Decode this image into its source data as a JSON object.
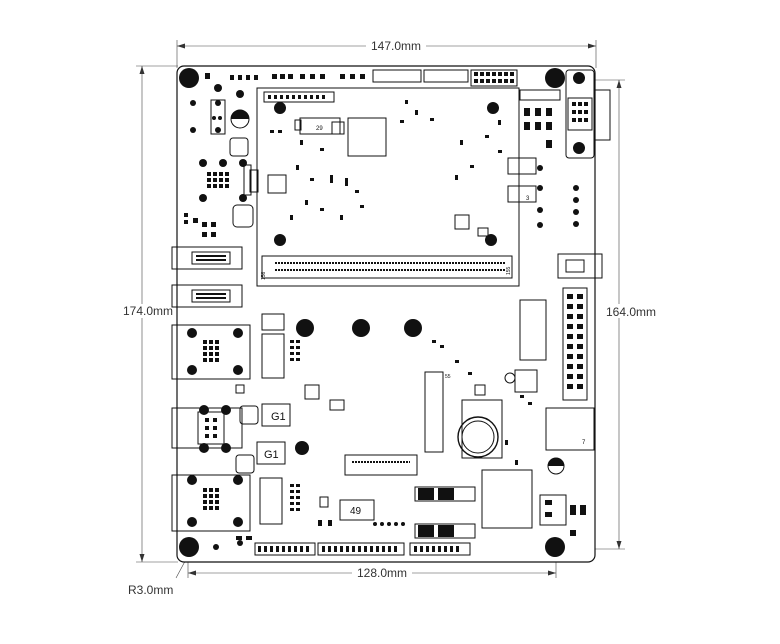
{
  "dimensions": {
    "width_top": "147.0mm",
    "width_bottom": "128.0mm",
    "height_left": "174.0mm",
    "height_right": "164.0mm",
    "corner_radius": "R3.0mm"
  },
  "board_labels": {
    "g1_upper": "G1",
    "g1_lower": "G1",
    "num_49": "49",
    "num_29": "29",
    "num_3": "3",
    "num_55": "55",
    "num_7": "7",
    "num_156": "156",
    "num_155": "155"
  }
}
